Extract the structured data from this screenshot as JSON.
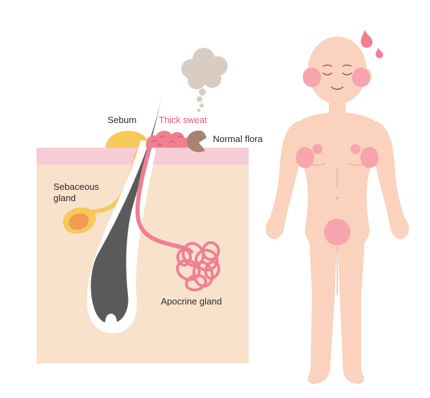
{
  "labels": {
    "sebum": "Sebum",
    "thick_sweat": "Thick sweat",
    "normal_flora": "Normal flora",
    "sebaceous_gland_line1": "Sebaceous",
    "sebaceous_gland_line2": "gland",
    "apocrine_gland": "Apocrine gland"
  },
  "colors": {
    "skin_tissue": "#f9e2cc",
    "skin_surface": "#f6ccd6",
    "sebum_yellow": "#f7c85a",
    "sweat_pink": "#f07f92",
    "sweat_text": "#e8587a",
    "hair": "#5a5a5a",
    "bacteria": "#a98370",
    "smell_cloud": "#d9cdc3",
    "body_skin": "#fad2bd",
    "highlight_pink": "#f6a5ae"
  }
}
